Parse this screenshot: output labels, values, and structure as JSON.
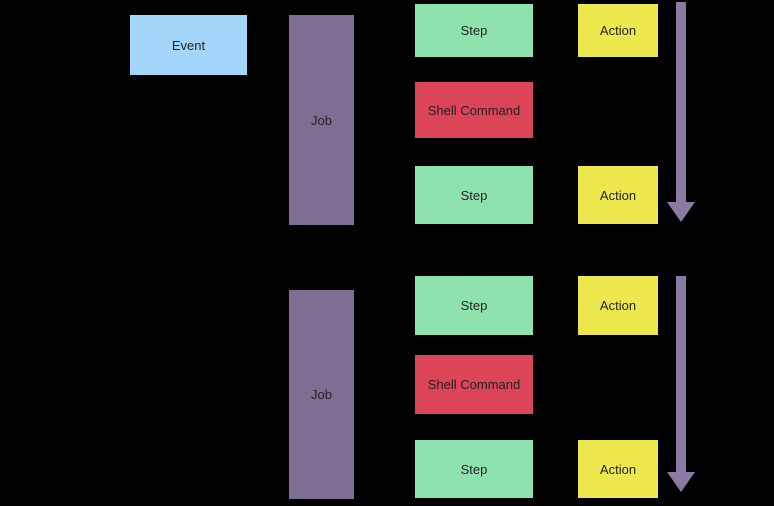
{
  "diagram": {
    "background_color": "#000000",
    "text_color": "#222222",
    "colors": {
      "event": "#A3D6F8",
      "job": "#7E6E93",
      "step": "#8EE2AE",
      "shell_command": "#DC4557",
      "action": "#EDE84E",
      "arrow": "#8A7AA4"
    },
    "nodes": {
      "event": "Event",
      "job1": "Job",
      "step1": "Step",
      "shell1": "Shell Command",
      "step2": "Step",
      "action1": "Action",
      "action2": "Action",
      "job2": "Job",
      "step3": "Step",
      "shell2": "Shell Command",
      "step4": "Step",
      "action3": "Action",
      "action4": "Action"
    },
    "icons": {
      "arrow1": "down-arrow-icon",
      "arrow2": "down-arrow-icon"
    }
  }
}
